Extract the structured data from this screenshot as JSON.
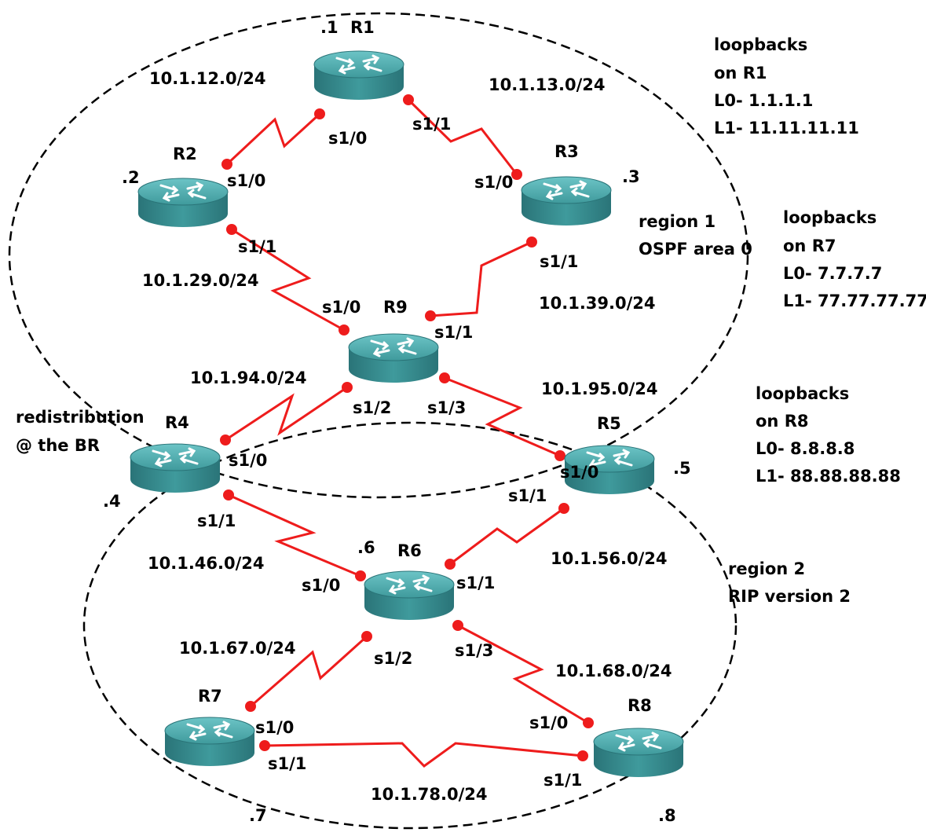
{
  "colors": {
    "link": "#ee1c1c",
    "router_body": "#3f9a9c",
    "router_top": "#58b8ba",
    "router_dark": "#2a7478",
    "arrow": "#ffffff"
  },
  "routers": [
    {
      "id": "R1",
      "name": "R1",
      "host": ".1",
      "icon": "router-icon"
    },
    {
      "id": "R2",
      "name": "R2",
      "host": ".2",
      "icon": "router-icon"
    },
    {
      "id": "R3",
      "name": "R3",
      "host": ".3",
      "icon": "router-icon"
    },
    {
      "id": "R9",
      "name": "R9",
      "host": "",
      "icon": "router-icon"
    },
    {
      "id": "R4",
      "name": "R4",
      "host": ".4",
      "icon": "router-icon"
    },
    {
      "id": "R5",
      "name": "R5",
      "host": ".5",
      "icon": "router-icon"
    },
    {
      "id": "R6",
      "name": "R6",
      "host": ".6",
      "icon": "router-icon"
    },
    {
      "id": "R7",
      "name": "R7",
      "host": ".7",
      "icon": "router-icon"
    },
    {
      "id": "R8",
      "name": "R8",
      "host": ".8",
      "icon": "router-icon"
    }
  ],
  "links": [
    {
      "id": "r1-r2",
      "subnet": "10.1.12.0/24",
      "a_if": "s1/0",
      "b_if": "s1/0"
    },
    {
      "id": "r1-r3",
      "subnet": "10.1.13.0/24",
      "a_if": "s1/1",
      "b_if": "s1/0"
    },
    {
      "id": "r2-r9",
      "subnet": "10.1.29.0/24",
      "a_if": "s1/1",
      "b_if": "s1/0"
    },
    {
      "id": "r3-r9",
      "subnet": "10.1.39.0/24",
      "a_if": "s1/1",
      "b_if": "s1/1"
    },
    {
      "id": "r9-r4",
      "subnet": "10.1.94.0/24",
      "a_if": "s1/2",
      "b_if": "s1/0"
    },
    {
      "id": "r9-r5",
      "subnet": "10.1.95.0/24",
      "a_if": "s1/3",
      "b_if": "s1/0"
    },
    {
      "id": "r4-r6",
      "subnet": "10.1.46.0/24",
      "a_if": "s1/1",
      "b_if": "s1/0"
    },
    {
      "id": "r5-r6",
      "subnet": "10.1.56.0/24",
      "a_if": "s1/1",
      "b_if": "s1/1"
    },
    {
      "id": "r6-r7",
      "subnet": "10.1.67.0/24",
      "a_if": "s1/2",
      "b_if": "s1/0"
    },
    {
      "id": "r6-r8",
      "subnet": "10.1.68.0/24",
      "a_if": "s1/3",
      "b_if": "s1/0"
    },
    {
      "id": "r7-r8",
      "subnet": "10.1.78.0/24",
      "a_if": "s1/1",
      "b_if": "s1/1"
    }
  ],
  "regions": {
    "region1": {
      "line1": "region 1",
      "line2": "OSPF area 0"
    },
    "region2": {
      "line1": "region 2",
      "line2": "RIP version 2"
    }
  },
  "notes": {
    "r1_loopbacks": [
      "loopbacks",
      "on R1",
      "L0- 1.1.1.1",
      "L1- 11.11.11.11"
    ],
    "r7_loopbacks": [
      "loopbacks",
      "on R7",
      "L0- 7.7.7.7",
      "L1- 77.77.77.77"
    ],
    "r8_loopbacks": [
      "loopbacks",
      "on R8",
      "L0- 8.8.8.8",
      "L1- 88.88.88.88"
    ],
    "redistribution": [
      "redistribution",
      "@ the BR"
    ]
  }
}
